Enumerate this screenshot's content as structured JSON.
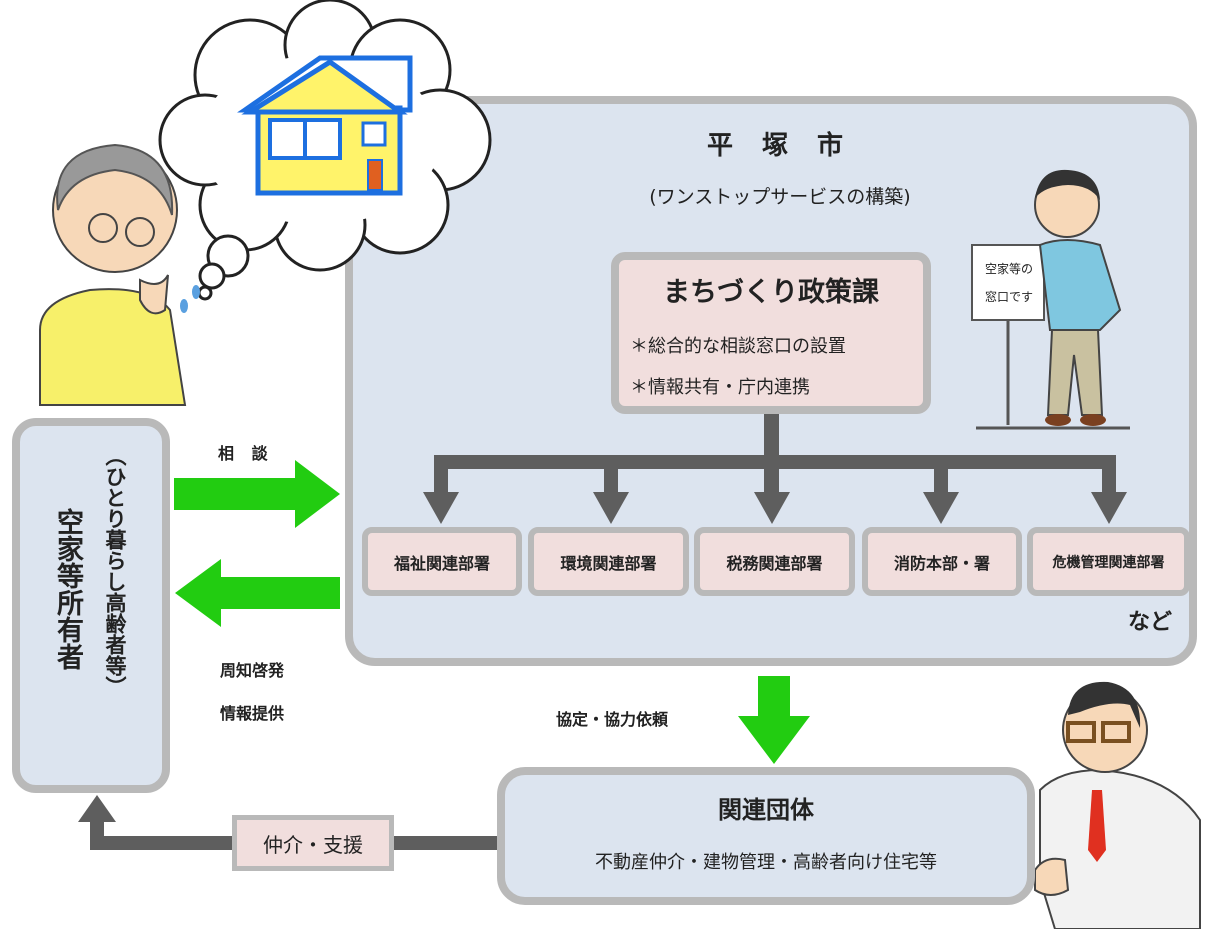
{
  "city": {
    "title": "平 塚 市",
    "subtitle": "(ワンストップサービスの構築)"
  },
  "policy_division": {
    "title": "まちづくり政策課",
    "items": [
      "＊総合的な相談窓口の設置",
      "＊情報共有・庁内連携"
    ]
  },
  "departments": [
    "福祉関連部署",
    "環境関連部署",
    "税務関連部署",
    "消防本部・署",
    "危機管理関連部署"
  ],
  "departments_suffix": "など",
  "owner": {
    "title": "空家等所有者",
    "subtitle": "（ひとり暮らし高齢者等）"
  },
  "flows": {
    "consult": "相 談",
    "awareness": "周知啓発",
    "info": "情報提供",
    "agreement": "協定・協力依頼",
    "mediation": "仲介・支援"
  },
  "related_orgs": {
    "title": "関連団体",
    "subtitle": "不動産仲介・建物管理・高齢者向け住宅等"
  },
  "staff_sign": [
    "空家等の",
    "窓口です"
  ],
  "colors": {
    "arrow_green": "#22cc11",
    "connector_gray": "#5e5e5e",
    "panel_fill": "#dce4ef",
    "box_pink": "#f1dedd",
    "border_gray": "#b9b9b9"
  }
}
